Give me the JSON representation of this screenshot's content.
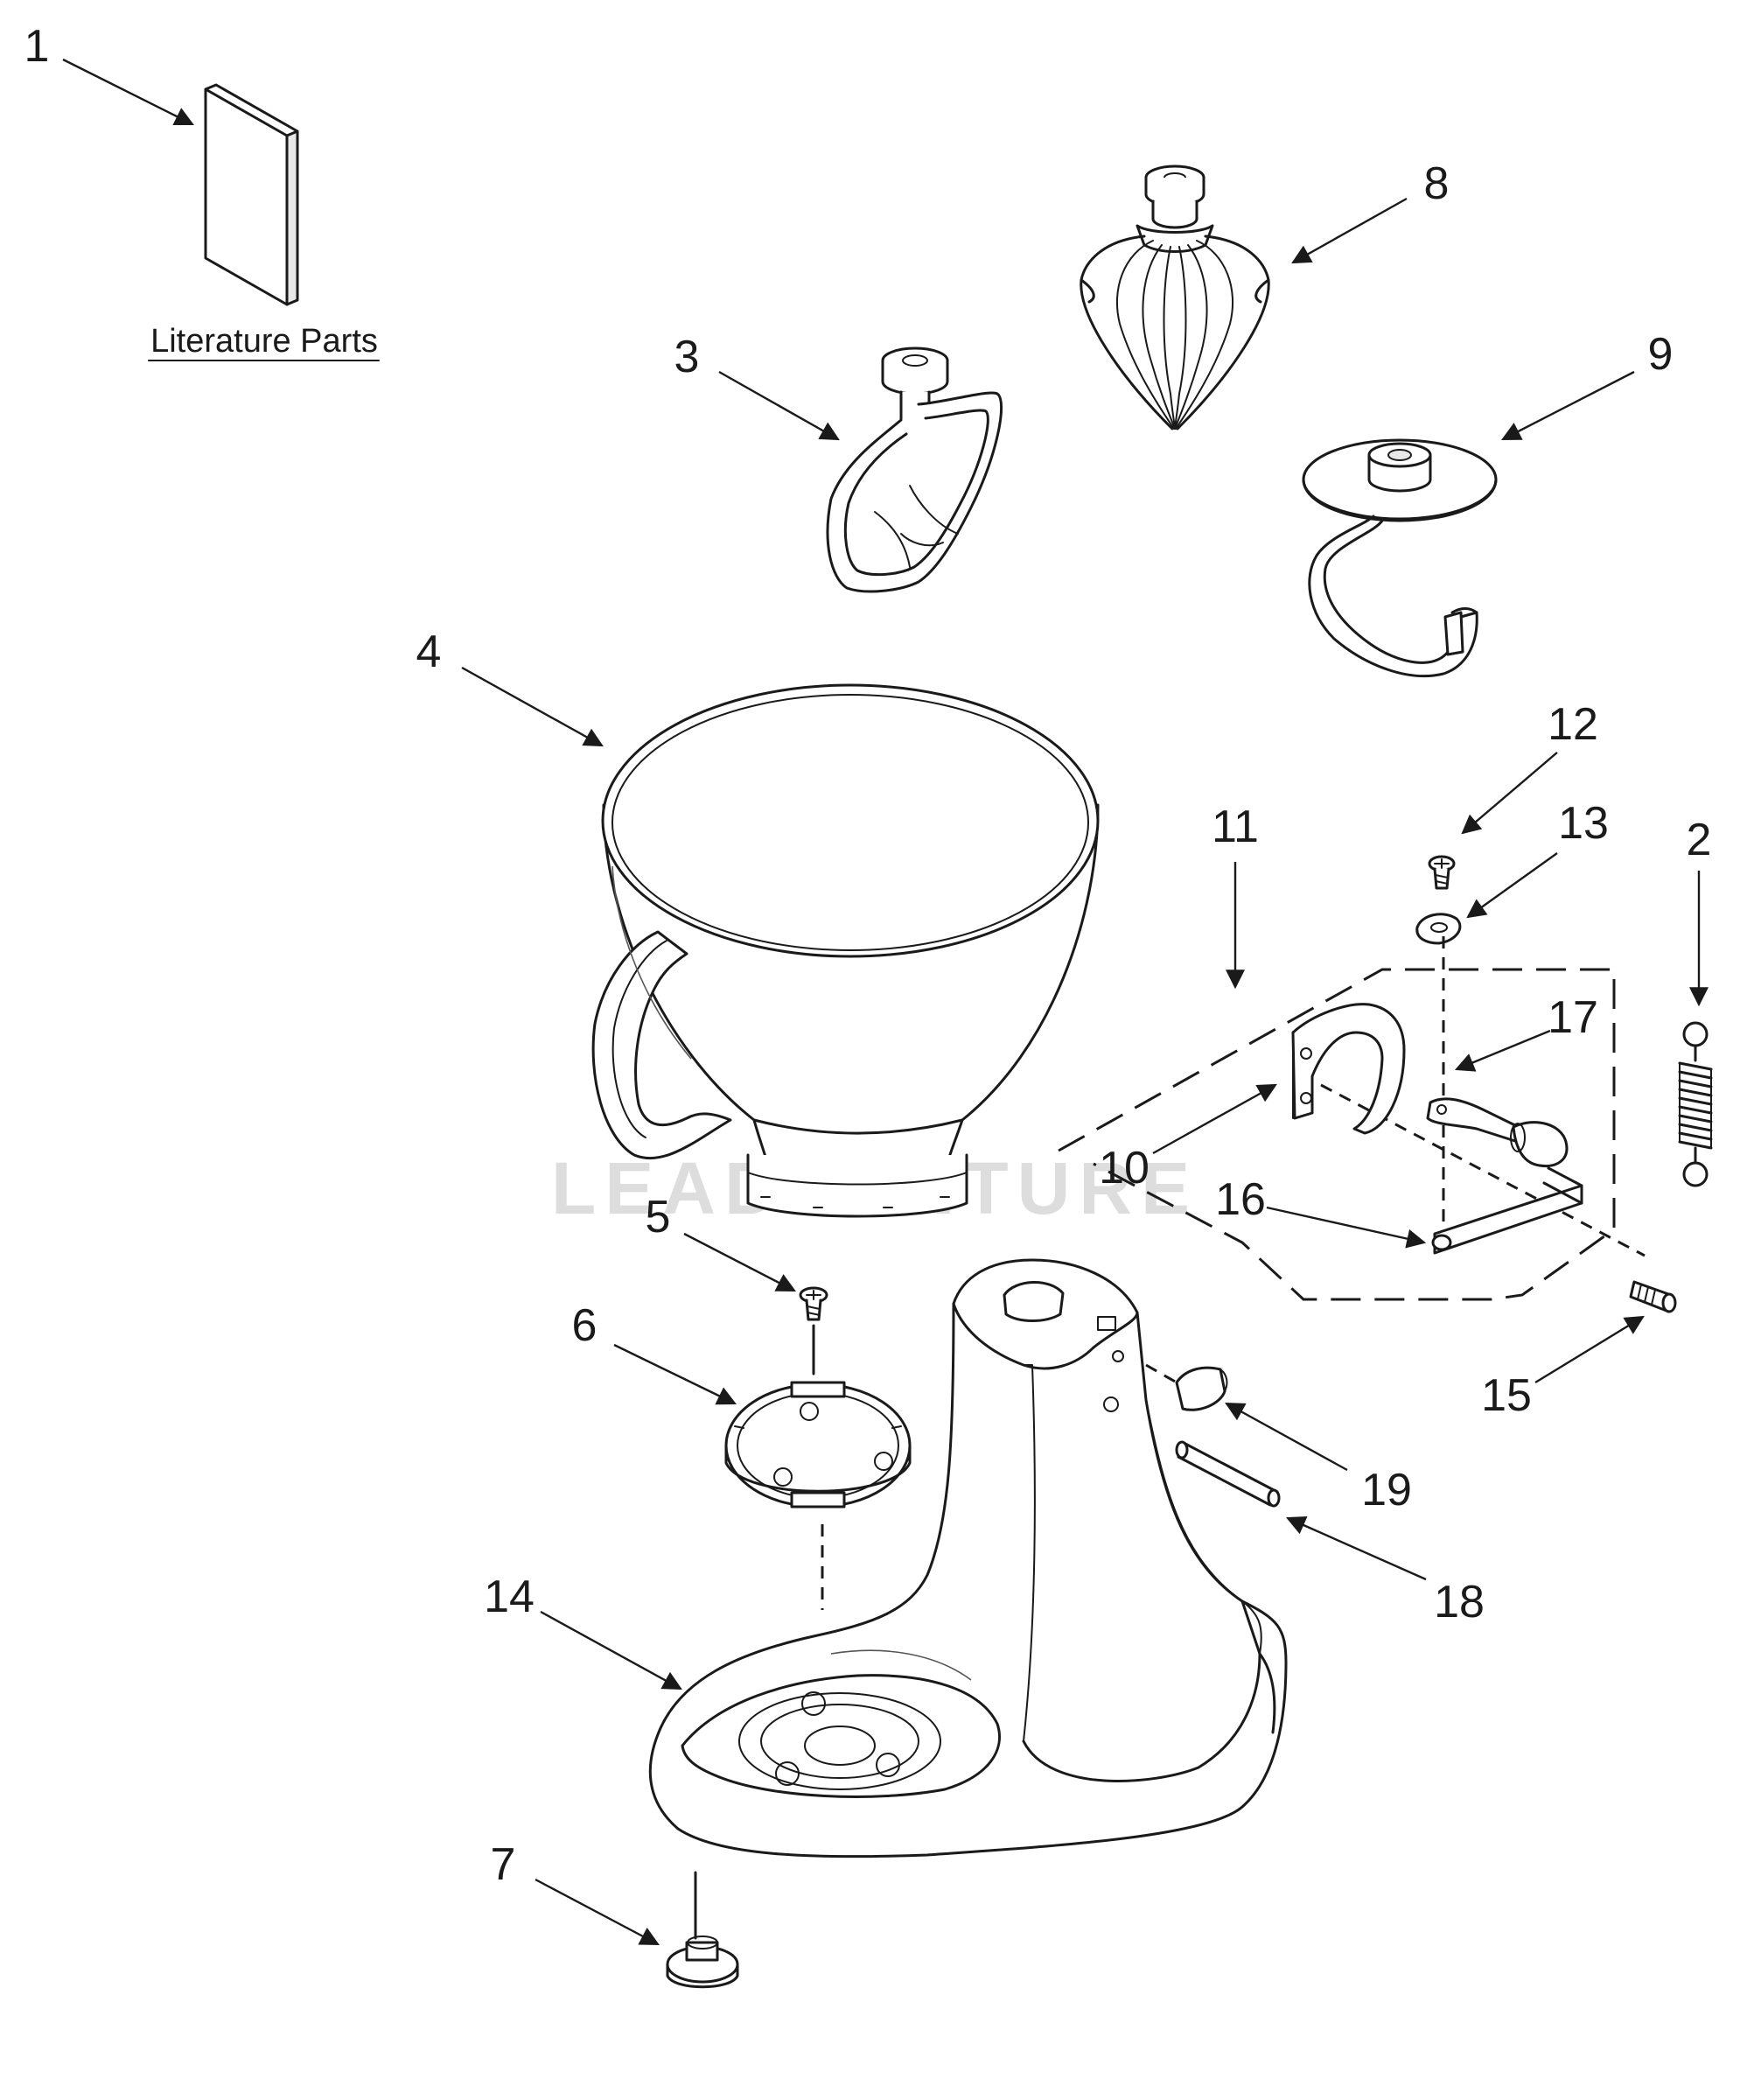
{
  "literature_parts_label": "Literature Parts",
  "watermark_text": "LEADVENTURE",
  "callouts": [
    {
      "id": "1",
      "part": "literature-parts"
    },
    {
      "id": "2",
      "part": "spring"
    },
    {
      "id": "3",
      "part": "flat-beater"
    },
    {
      "id": "4",
      "part": "bowl"
    },
    {
      "id": "5",
      "part": "screw"
    },
    {
      "id": "6",
      "part": "bowl-clamp-plate"
    },
    {
      "id": "7",
      "part": "foot"
    },
    {
      "id": "8",
      "part": "wire-whip"
    },
    {
      "id": "9",
      "part": "dough-hook"
    },
    {
      "id": "10",
      "part": "bowl-lift-bracket"
    },
    {
      "id": "11",
      "part": "bowl-lift-assembly"
    },
    {
      "id": "12",
      "part": "screw"
    },
    {
      "id": "13",
      "part": "washer"
    },
    {
      "id": "14",
      "part": "base"
    },
    {
      "id": "15",
      "part": "threaded-pin"
    },
    {
      "id": "16",
      "part": "lift-rod"
    },
    {
      "id": "17",
      "part": "lift-handle"
    },
    {
      "id": "18",
      "part": "pin"
    },
    {
      "id": "19",
      "part": "clip"
    }
  ]
}
